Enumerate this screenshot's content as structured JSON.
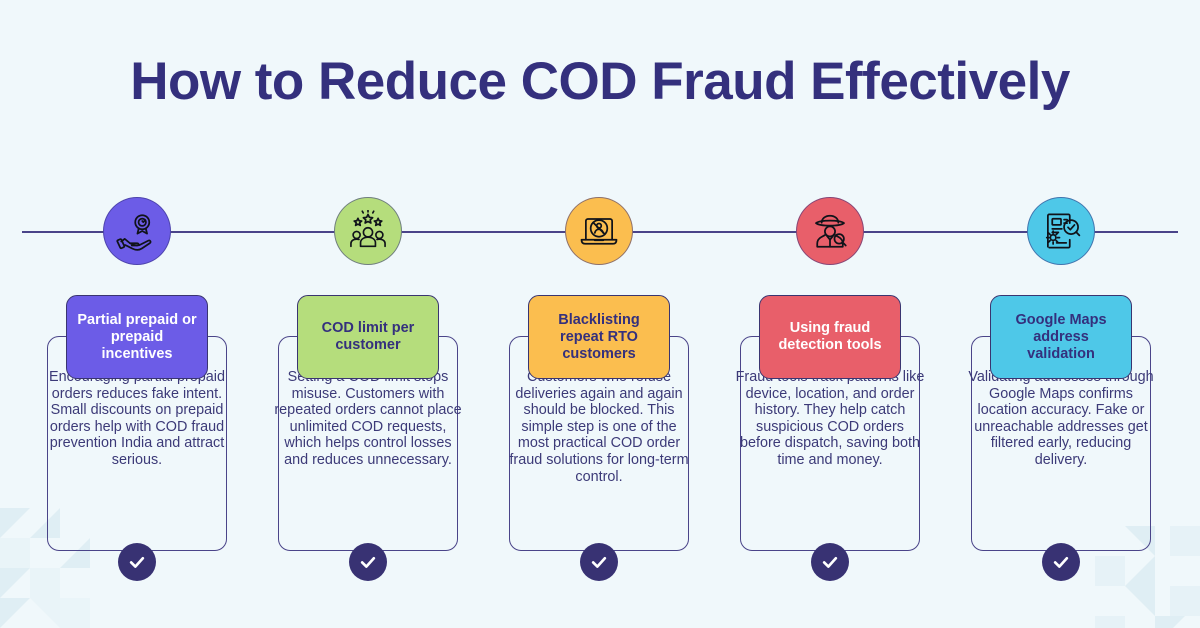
{
  "page": {
    "title": "How to Reduce COD Fraud Effectively",
    "background_color": "#f0f8fb",
    "accent_color": "#34307d",
    "timeline_color": "#4a4489",
    "check_badge_color": "#383273"
  },
  "steps": [
    {
      "icon_name": "hand-holding-award-icon",
      "circle_color": "#6c5ce7",
      "label": "Partial prepaid or prepaid incentives",
      "label_bg": "#6c5ce7",
      "label_text_color": "#ffffff",
      "body": "Encouraging partial prepaid orders reduces fake intent. Small discounts on prepaid orders help with COD fraud prevention India and attract serious.",
      "check": "✔"
    },
    {
      "icon_name": "customers-rating-stars-icon",
      "circle_color": "#b5dd7c",
      "label": "COD limit per customer",
      "label_bg": "#b5dd7c",
      "label_text_color": "#34307d",
      "body": "Setting a COD limit stops misuse. Customers with repeated orders cannot place unlimited COD requests, which helps control losses and reduces unnecessary.",
      "check": "✔"
    },
    {
      "icon_name": "laptop-blocked-user-icon",
      "circle_color": "#fbbe4f",
      "label": "Blacklisting repeat RTO customers",
      "label_bg": "#fbbe4f",
      "label_text_color": "#34307d",
      "body": "Customers who refuse deliveries again and again should be blocked. This simple step is one of the most practical COD order fraud solutions for long-term control.",
      "check": "✔"
    },
    {
      "icon_name": "detective-magnifier-icon",
      "circle_color": "#e85f6a",
      "label": "Using fraud detection tools",
      "label_bg": "#e85f6a",
      "label_text_color": "#ffffff",
      "body": "Fraud tools track patterns like device, location, and order history. They help catch suspicious COD orders before dispatch, saving both time and money.",
      "check": "✔"
    },
    {
      "icon_name": "document-gear-magnifier-check-icon",
      "circle_color": "#4ec8e8",
      "label": "Google Maps address validation",
      "label_bg": "#4ec8e8",
      "label_text_color": "#34307d",
      "body": "Validating addresses through Google Maps confirms location accuracy. Fake or unreachable addresses get filtered early, reducing delivery.",
      "check": "✔"
    }
  ]
}
